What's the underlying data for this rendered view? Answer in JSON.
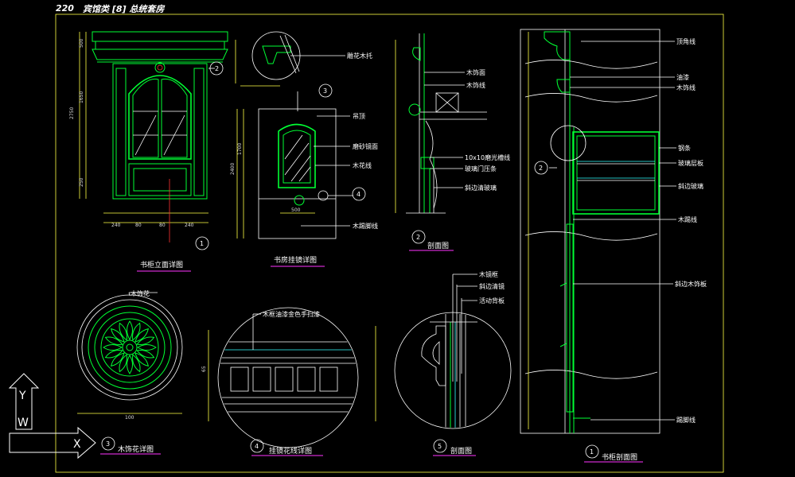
{
  "sheet": {
    "number": "220",
    "title": "宾馆类 [8] 总统套房"
  },
  "views": {
    "cabinet_elevation": {
      "title": "书柜立面详图",
      "ref": "1"
    },
    "wall_mirror": {
      "title": "书房挂镜详图"
    },
    "section_2": {
      "title": "剖面图",
      "ref": "2"
    },
    "rosette": {
      "title": "木饰花详图",
      "ref": "3"
    },
    "mirror_trim": {
      "title": "挂镜花线详图",
      "ref": "4"
    },
    "section_5": {
      "title": "剖面图",
      "ref": "5"
    },
    "cabinet_section": {
      "title": "书柜剖面图",
      "ref": "1"
    }
  },
  "callouts": {
    "carved_bracket": "雕花木托",
    "frame": "吊顶",
    "beveled_mirror": "磨砂镜面",
    "wood_trim": "木花线",
    "wood_skirting": "木踢脚线",
    "wood_face": "木饰面",
    "wood_trim2": "木饰线",
    "glass_groove": "10x10磨光槽线",
    "glass_door": "玻璃门压条",
    "bevel_glass": "斜边清玻璃",
    "wood_flower": "木饰花",
    "gold_paint": "木框油漆金色手扫漆",
    "wood_frame": "木镜框",
    "bevel_mirror2": "斜边清镜",
    "back_board": "活动背板",
    "crown": "顶角线",
    "lacquer": "油漆",
    "wood_line": "木饰线",
    "steel_rod": "钢条",
    "glass_shelf": "玻璃层板",
    "bevel_glass2": "斜边玻璃",
    "wood_corner": "木踢线",
    "bevel_panel": "斜边木饰板",
    "skirting": "踢脚线"
  },
  "dims": {
    "rosette_width": "100",
    "mirror_width": "500"
  },
  "ucs": {
    "y": "Y",
    "w": "W",
    "x": "X"
  },
  "colors": {
    "background": "#000000",
    "linework": "#00ff33",
    "text": "#ffffff",
    "dimension": "#ffff44",
    "accent": "#33ffff",
    "title_underline": "#ff33ff"
  }
}
